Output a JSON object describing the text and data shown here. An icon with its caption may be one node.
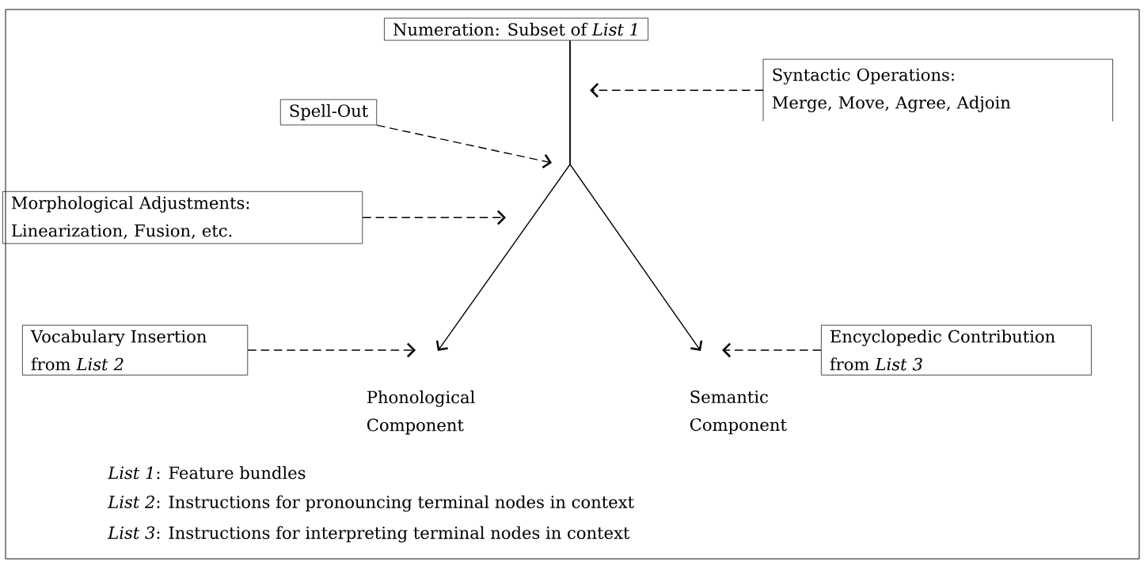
{
  "diagram": {
    "nodes": [
      {
        "text": [
          "Numeration: Subset of *List 1*"
        ]
      },
      {
        "text": [
          "Syntactic Operations:",
          "Merge, Move, Agree, Adjoin"
        ]
      },
      {
        "text": [
          "Spell-Out"
        ]
      },
      {
        "text": [
          "Morphological Adjustments:",
          "Linearization, Fusion, etc."
        ]
      },
      {
        "text": [
          "Vocabulary Insertion from *List 2*"
        ]
      },
      {
        "text": [
          "Encyclopedic Contribution from *List 3*"
        ]
      },
      {
        "text": [
          "Phonological Component"
        ]
      },
      {
        "text": [
          "Semantic Component"
        ]
      }
    ],
    "edges": [
      {
        "from": 0,
        "to": 6,
        "arrow": "to"
      },
      {
        "from": 0,
        "to": 7,
        "arrow": "to"
      },
      {
        "from": 1,
        "to": null,
        "arrow": "to",
        "style": "dashed"
      },
      {
        "from": 2,
        "to": null,
        "arrow": "to",
        "style": "dashed"
      },
      {
        "from": 3,
        "to": null,
        "arrow": "to",
        "style": "dashed"
      },
      {
        "from": 4,
        "to": null,
        "arrow": "to",
        "style": "dashed"
      },
      {
        "from": 5,
        "to": null,
        "arrow": "to",
        "style": "dashed"
      }
    ],
    "labels": [
      "*List 1*: Feature bundles",
      "*List 2*: Instructions for pronouncing terminal nodes in context",
      "*List 3*: Instructions for interpreting terminal nodes in context"
    ]
  }
}
